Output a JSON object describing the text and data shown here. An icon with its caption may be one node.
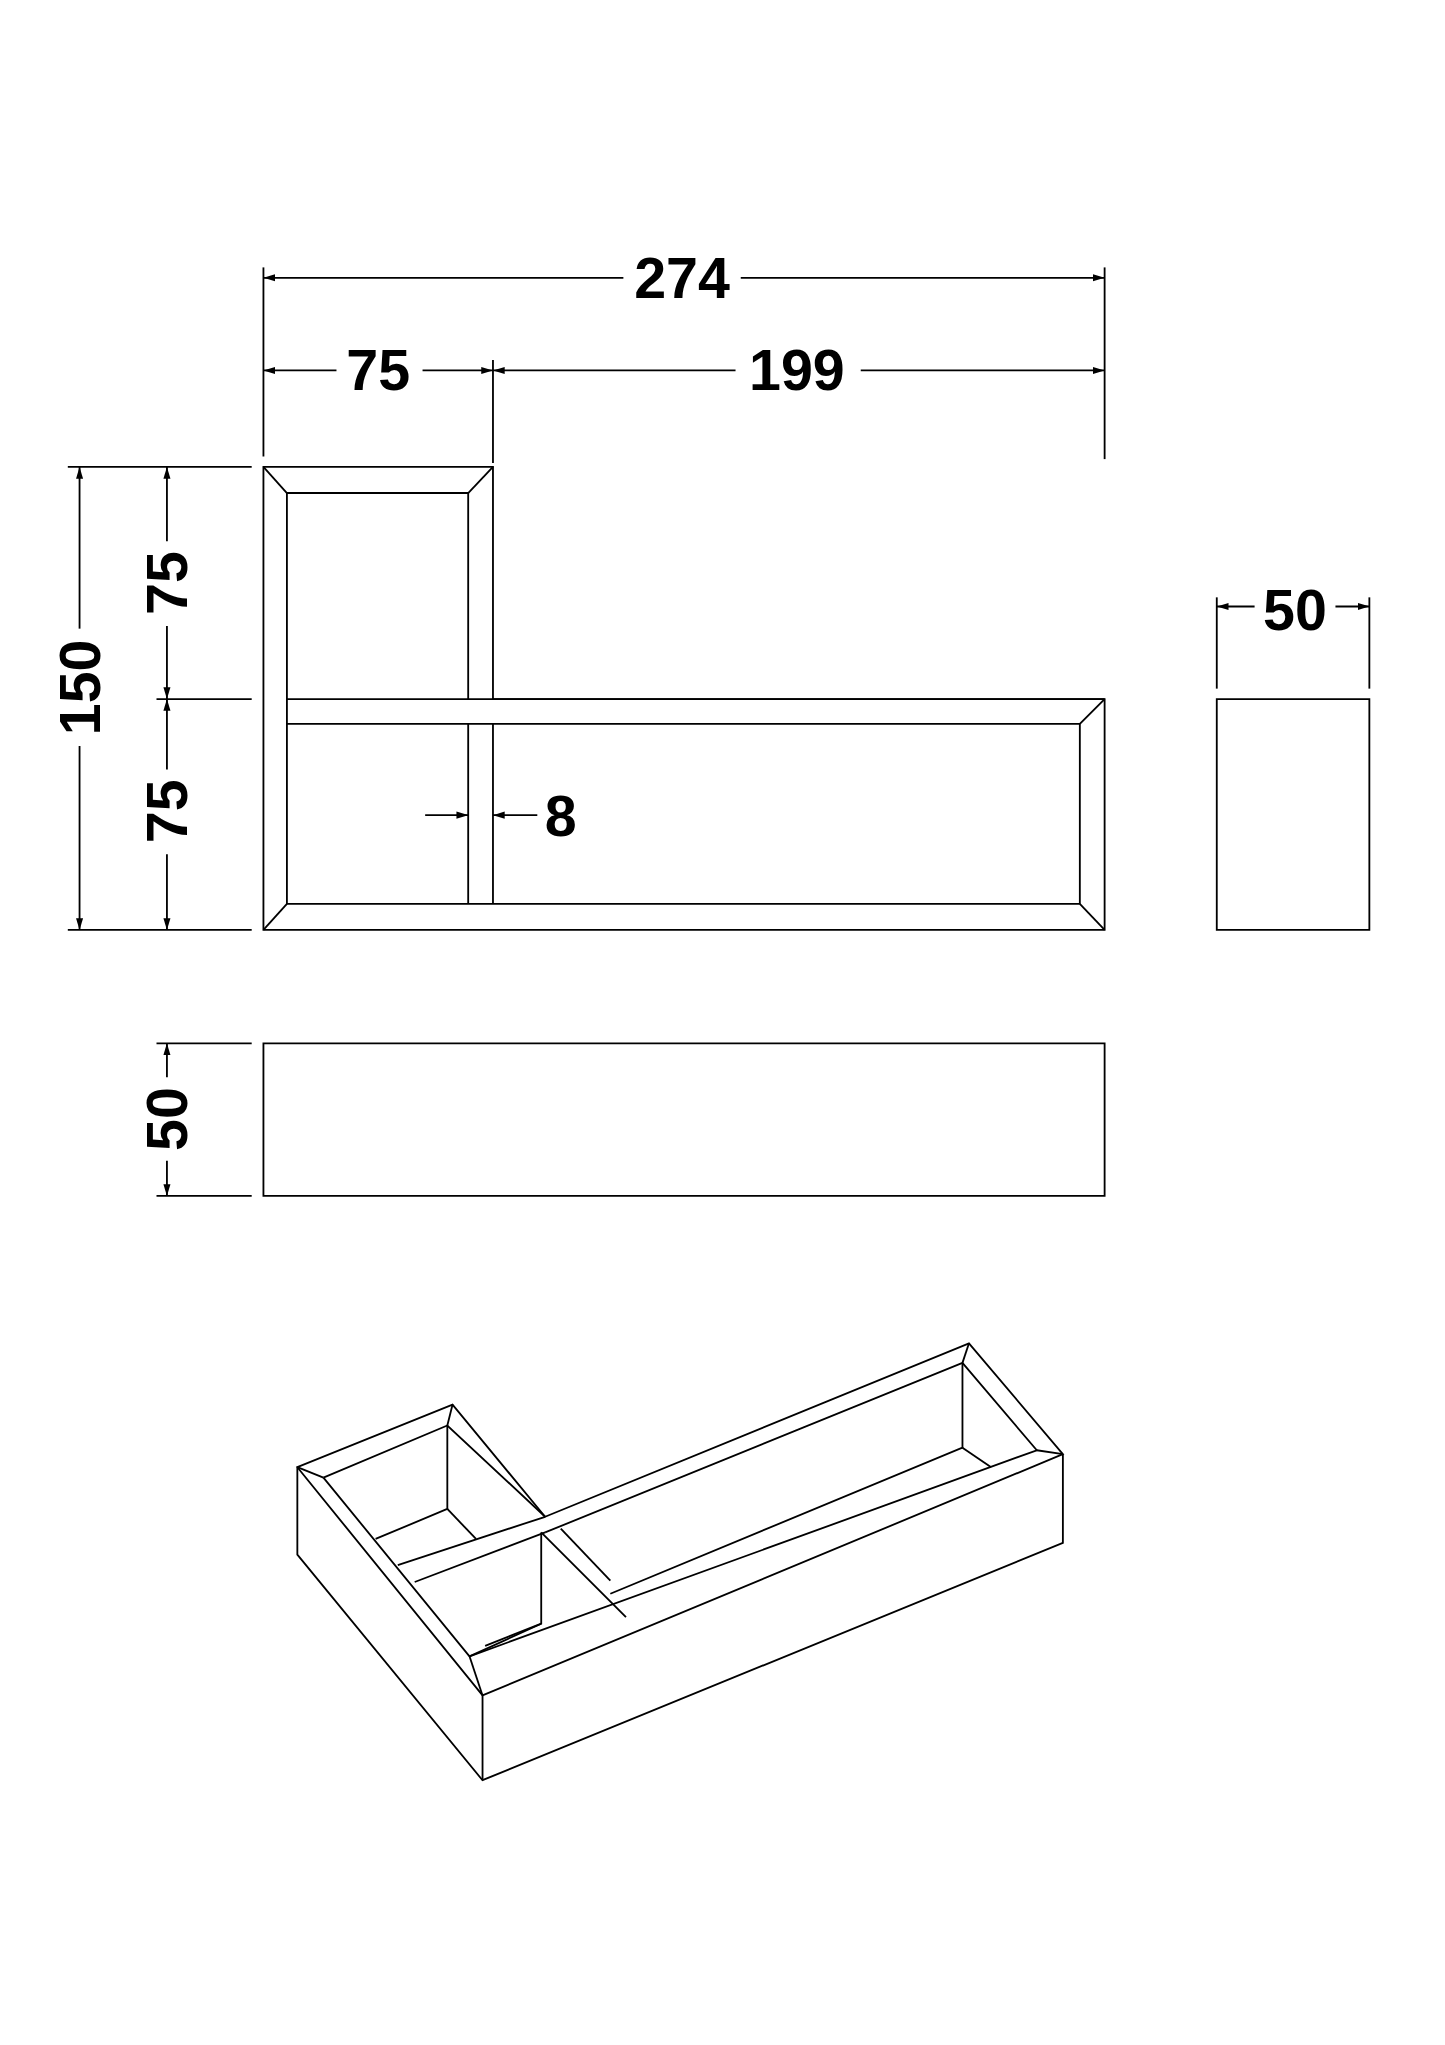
{
  "diagram": {
    "labels": [
      "274",
      "75",
      "199",
      "50",
      "150",
      "75",
      "75",
      "8",
      "50"
    ]
  }
}
